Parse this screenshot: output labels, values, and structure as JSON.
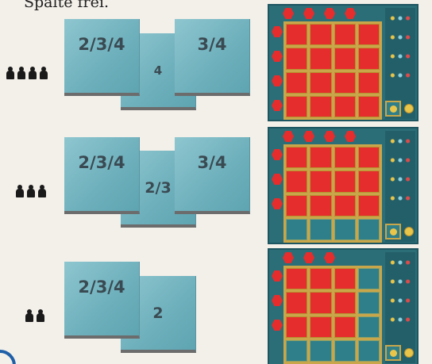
{
  "heading": "Spalte frei.",
  "rows": [
    {
      "players": 4,
      "tiles": [
        "2/3/4",
        "4",
        "3/4"
      ],
      "board": {
        "filled_columns": 4,
        "filled_rows": 4
      }
    },
    {
      "players": 3,
      "tiles": [
        "2/3/4",
        "2/3",
        "3/4"
      ],
      "board": {
        "filled_columns": 4,
        "filled_rows": 3
      }
    },
    {
      "players": 2,
      "tiles": [
        "2/3/4",
        "2"
      ],
      "board": {
        "filled_columns": 3,
        "filled_rows": 3
      }
    }
  ],
  "colors": {
    "tile": "#7fbcc6",
    "board": "#2b6e78",
    "filled": "#e52d2d",
    "frame": "#c9a64a"
  },
  "icons": [
    "meeple-icon",
    "hex-icon",
    "coin-icon"
  ]
}
